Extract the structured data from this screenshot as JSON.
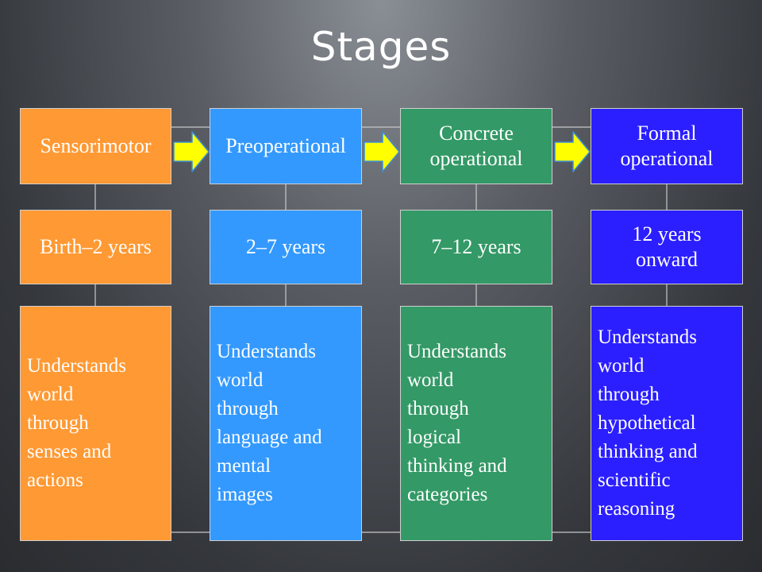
{
  "title": "Stages",
  "stages": [
    {
      "name": "Sensorimotor",
      "age": "Birth–2 years",
      "description": "Understands\nworld\nthrough\nsenses and\nactions",
      "color": "#ff9933"
    },
    {
      "name": "Preoperational",
      "age": "2–7 years",
      "description": "Understands\nworld\nthrough\nlanguage and\nmental\nimages",
      "color": "#3399ff"
    },
    {
      "name": "Concrete\noperational",
      "age": "7–12 years",
      "description": "Understands\nworld\nthrough\nlogical\nthinking and\ncategories",
      "color": "#339966"
    },
    {
      "name": "Formal\noperational",
      "age": "12 years\nonward",
      "description": "Understands\nworld\nthrough\nhypothetical\nthinking and\nscientific\nreasoning",
      "color": "#2b1fff"
    }
  ],
  "arrow_color": "#ffff00",
  "arrow_icon": "right-arrow-icon"
}
